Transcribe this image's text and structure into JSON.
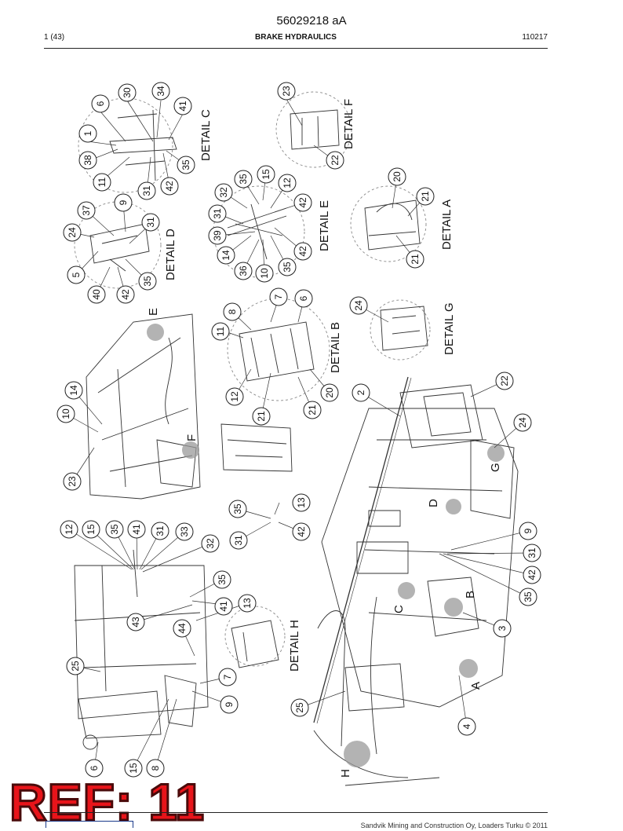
{
  "header": {
    "doc_code": "56029218 aA",
    "page": "1 (43)",
    "title": "BRAKE HYDRAULICS",
    "date": "110217"
  },
  "details": {
    "a": "DETAIL A",
    "b": "DETAIL B",
    "c": "DETAIL C",
    "d": "DETAIL D",
    "e": "DETAIL E",
    "f": "DETAIL F",
    "g": "DETAIL G",
    "h": "DETAIL H"
  },
  "area_letters": {
    "a": "A",
    "b": "B",
    "c": "C",
    "d": "D",
    "e": "E",
    "f": "F",
    "g": "G",
    "h": "H"
  },
  "callouts": [
    "30",
    "34",
    "6",
    "41",
    "1",
    "38",
    "11",
    "31",
    "42",
    "35",
    "23",
    "22",
    "37",
    "9",
    "24",
    "31",
    "5",
    "40",
    "42",
    "35",
    "35",
    "15",
    "12",
    "32",
    "42",
    "31",
    "39",
    "14",
    "36",
    "10",
    "35",
    "42",
    "20",
    "21",
    "21",
    "7",
    "6",
    "8",
    "11",
    "12",
    "21",
    "21",
    "20",
    "24",
    "14",
    "10",
    "23",
    "2",
    "22",
    "24",
    "35",
    "13",
    "31",
    "42",
    "12",
    "15",
    "35",
    "41",
    "31",
    "33",
    "32",
    "35",
    "41",
    "13",
    "43",
    "44",
    "25",
    "7",
    "9",
    "6",
    "15",
    "8",
    "9",
    "31",
    "42",
    "35",
    "3",
    "25",
    "4"
  ],
  "stamp": {
    "text": "REF: 11",
    "color": "#e8141a"
  },
  "footer": {
    "copyright": "Sandvik Mining and Construction Oy, Loaders Turku © 2011"
  }
}
